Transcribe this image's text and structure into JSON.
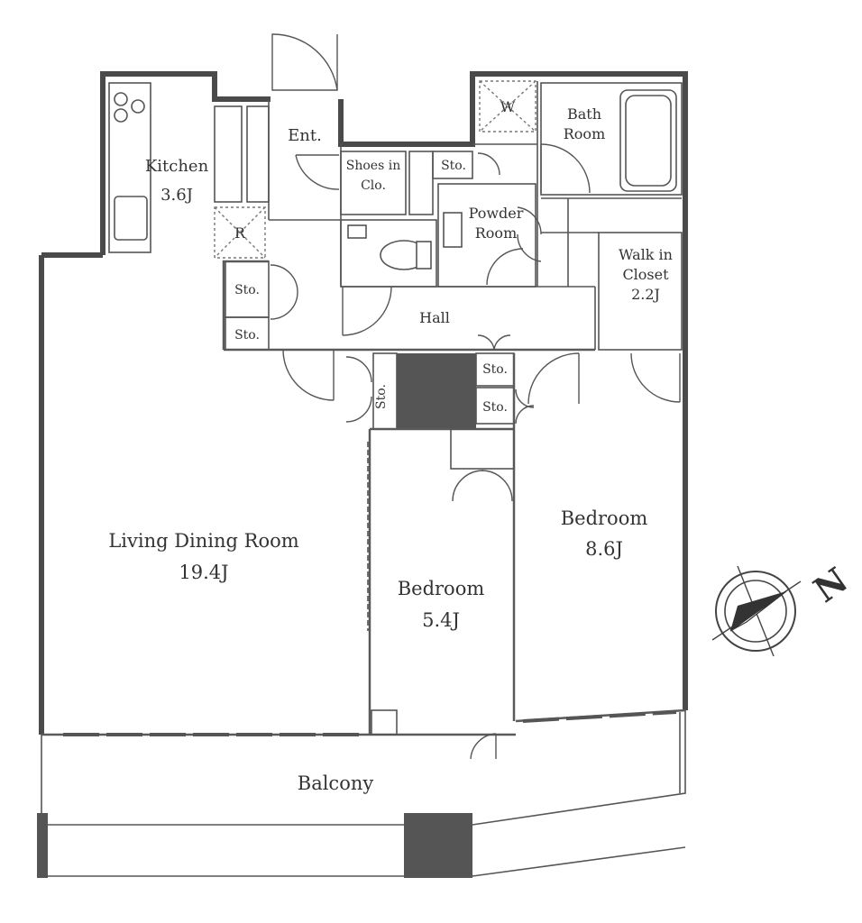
{
  "rooms": {
    "kitchen": {
      "name": "Kitchen",
      "size": "3.6J"
    },
    "living": {
      "name": "Living Dining Room",
      "size": "19.4J"
    },
    "bedroom_small": {
      "name": "Bedroom",
      "size": "5.4J"
    },
    "bedroom_large": {
      "name": "Bedroom",
      "size": "8.6J"
    },
    "walkin": {
      "name_1": "Walk in",
      "name_2": "Closet",
      "size": "2.2J"
    },
    "bath": {
      "name_1": "Bath",
      "name_2": "Room"
    },
    "powder": {
      "name_1": "Powder",
      "name_2": "Room"
    },
    "shoes": {
      "name_1": "Shoes in",
      "name_2": "Clo."
    },
    "entrance": {
      "name": "Ent."
    },
    "hall": {
      "name": "Hall"
    },
    "balcony": {
      "name": "Balcony"
    }
  },
  "storage": {
    "label": "Sto."
  },
  "symbols": {
    "refrigerator": "R",
    "washer": "W",
    "north": "N"
  },
  "icons": {
    "compass": "north-arrow-icon",
    "stove": "stove-icon",
    "sink": "sink-icon",
    "toilet": "toilet-icon",
    "bathtub": "bathtub-icon"
  }
}
